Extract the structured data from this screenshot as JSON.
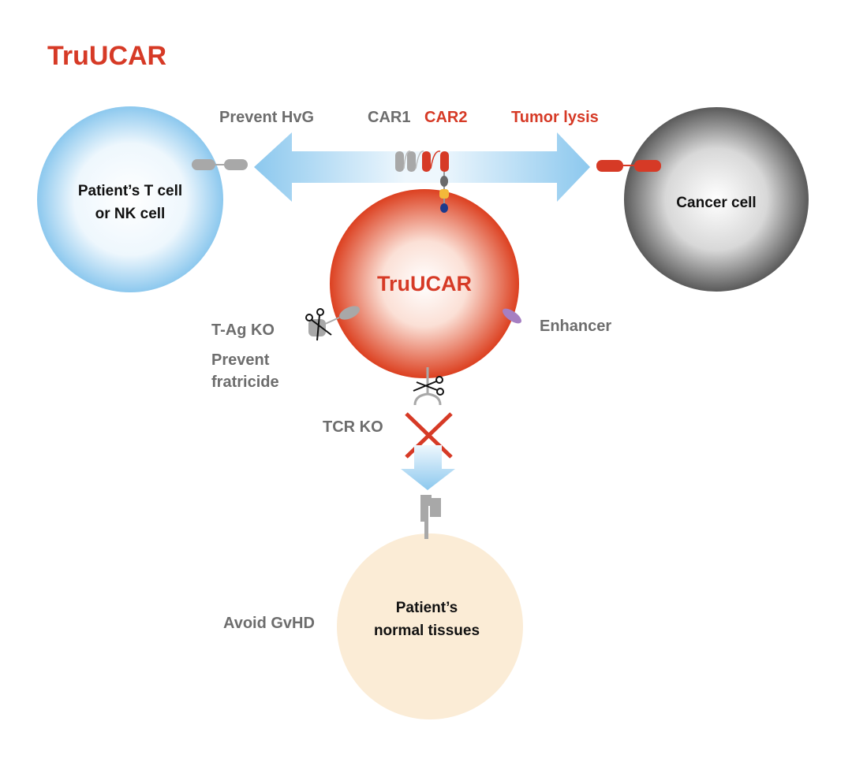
{
  "title": "TruUCAR",
  "labels": {
    "prevent_hvg": "Prevent HvG",
    "car1": "CAR1",
    "car2": "CAR2",
    "tumor_lysis": "Tumor lysis",
    "t_ag_ko": "T-Ag KO",
    "prevent": "Prevent",
    "fratricide": "fratricide",
    "enhancer": "Enhancer",
    "tcr_ko": "TCR KO",
    "avoid_gvhd": "Avoid GvHD"
  },
  "cells": {
    "patient_t_line1": "Patient’s T cell",
    "patient_t_line2": "or NK cell",
    "cancer": "Cancer cell",
    "truucar": "TruUCAR",
    "tissue_line1": "Patient’s",
    "tissue_line2": "normal tissues"
  },
  "colors": {
    "accent": "#d63a26",
    "gray_text": "#6d6d6d",
    "blue": "#8cc8ee",
    "tissue": "#fbecd6"
  }
}
